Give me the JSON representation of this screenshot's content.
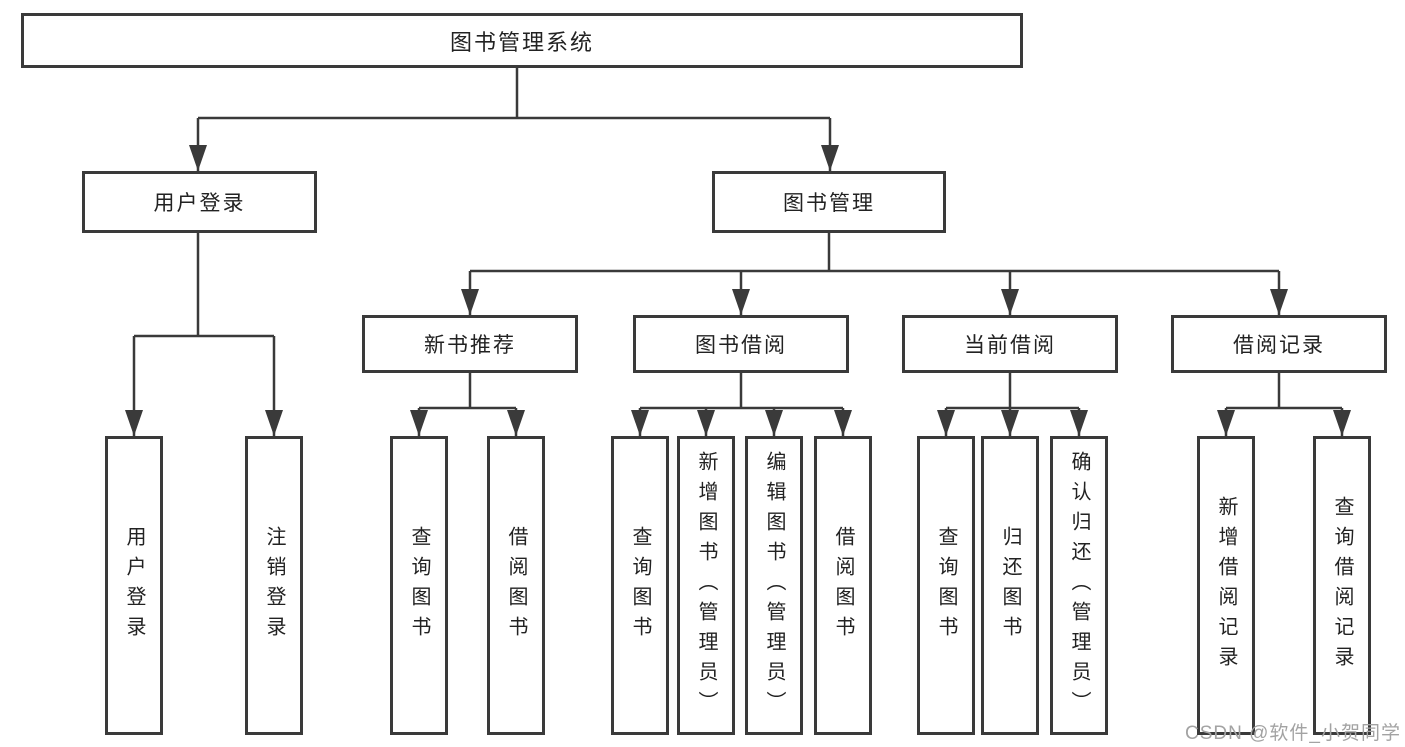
{
  "tree": {
    "root": {
      "label": "图书管理系统",
      "children": [
        {
          "label": "用户登录",
          "children": [
            {
              "label": "用户登录"
            },
            {
              "label": "注销登录"
            }
          ]
        },
        {
          "label": "图书管理",
          "children": [
            {
              "label": "新书推荐",
              "children": [
                {
                  "label": "查询图书"
                },
                {
                  "label": "借阅图书"
                }
              ]
            },
            {
              "label": "图书借阅",
              "children": [
                {
                  "label": "查询图书"
                },
                {
                  "label": "新增图书（管理员）"
                },
                {
                  "label": "编辑图书（管理员）"
                },
                {
                  "label": "借阅图书"
                }
              ]
            },
            {
              "label": "当前借阅",
              "children": [
                {
                  "label": "查询图书"
                },
                {
                  "label": "归还图书"
                },
                {
                  "label": "确认归还（管理员）"
                }
              ]
            },
            {
              "label": "借阅记录",
              "children": [
                {
                  "label": "新增借阅记录"
                },
                {
                  "label": "查询借阅记录"
                }
              ]
            }
          ]
        }
      ]
    }
  },
  "colors": {
    "line": "#3a3a3a",
    "text": "#222222",
    "watermark": "#a3a3a3"
  },
  "watermark": {
    "text": "CSDN @软件_小贺同学"
  }
}
